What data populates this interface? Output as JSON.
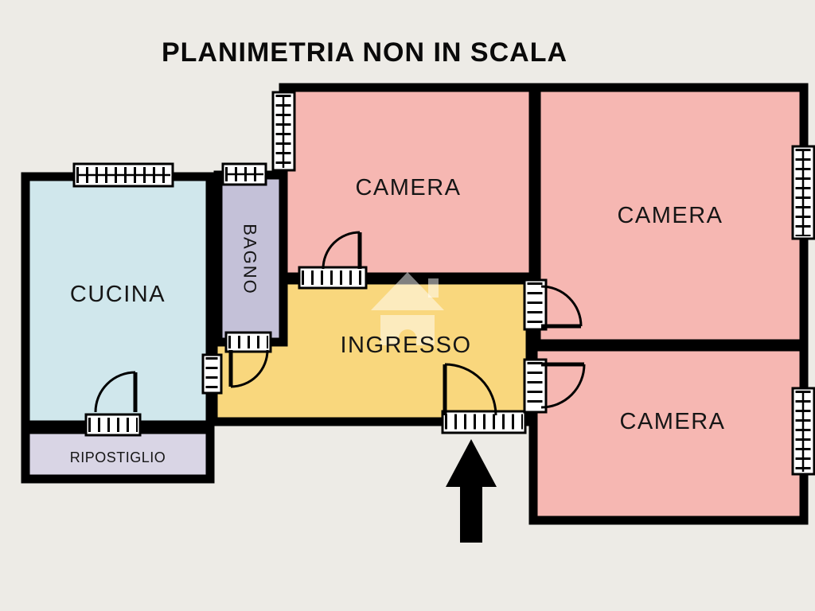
{
  "title": "PLANIMETRIA NON IN SCALA",
  "colors": {
    "background": "#edebe6",
    "wall": "#000000",
    "window": "#ffffff",
    "camera": "#f6b7b2",
    "cucina": "#d0e7ec",
    "bagno": "#c4c1d8",
    "ingresso": "#f9d77d",
    "ripostiglio": "#d9d5e5",
    "arrow": "#000000",
    "label_text": "#161616"
  },
  "rooms": {
    "camera_top": "CAMERA",
    "camera_right": "CAMERA",
    "camera_bottom": "CAMERA",
    "cucina": "CUCINA",
    "bagno": "BAGNO",
    "ingresso": "INGRESSO",
    "ripostiglio": "RIPOSTIGLIO"
  },
  "icons": {
    "watermark": "house-watermark-icon",
    "entrance_arrow": "entrance-arrow-icon"
  }
}
